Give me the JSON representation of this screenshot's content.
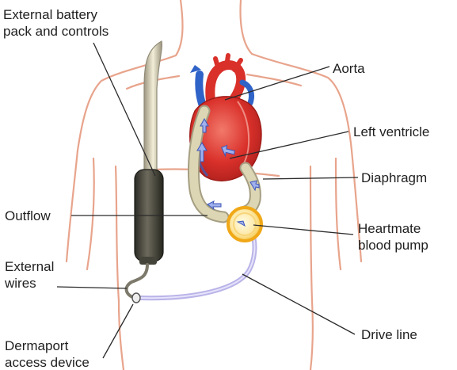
{
  "labels": {
    "battery": [
      "External battery",
      "pack and controls"
    ],
    "aorta": "Aorta",
    "left_ventricle": "Left ventricle",
    "diaphragm": "Diaphragm",
    "outflow": "Outflow",
    "heartmate": [
      "Heartmate",
      "blood pump"
    ],
    "external_wires": [
      "External",
      "wires"
    ],
    "dermaport": [
      "Dermaport",
      "access device"
    ],
    "drive_line": "Drive line"
  },
  "colors": {
    "body_outline": "#e8a48c",
    "heart_red": "#d9302a",
    "vein_blue": "#2f63c8",
    "tube_beige": "#d9d3b0",
    "battery_dark": "#3b3b33",
    "pump_yellow": "#f4c23a",
    "drive_line": "#b9b4e8",
    "leader_line": "#2a2a2a"
  }
}
